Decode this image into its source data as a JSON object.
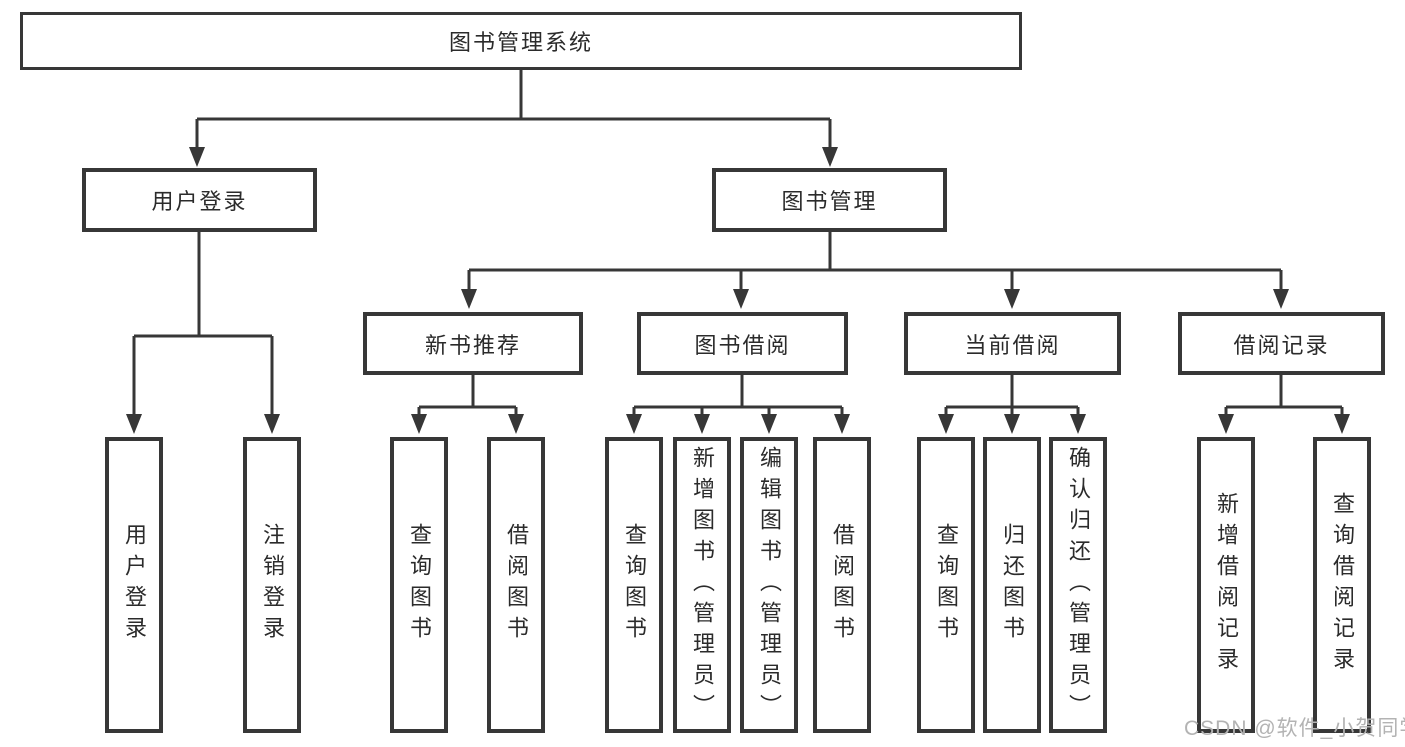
{
  "diagram_type": "hierarchy",
  "tree": {
    "label": "图书管理系统",
    "children": [
      {
        "label": "用户登录",
        "children": [
          {
            "label": "用户登录"
          },
          {
            "label": "注销登录"
          }
        ]
      },
      {
        "label": "图书管理",
        "children": [
          {
            "label": "新书推荐",
            "children": [
              {
                "label": "查询图书"
              },
              {
                "label": "借阅图书"
              }
            ]
          },
          {
            "label": "图书借阅",
            "children": [
              {
                "label": "查询图书"
              },
              {
                "label": "新增图书（管理员）"
              },
              {
                "label": "编辑图书（管理员）"
              },
              {
                "label": "借阅图书"
              }
            ]
          },
          {
            "label": "当前借阅",
            "children": [
              {
                "label": "查询图书"
              },
              {
                "label": "归还图书"
              },
              {
                "label": "确认归还（管理员）"
              }
            ]
          },
          {
            "label": "借阅记录",
            "children": [
              {
                "label": "新增借阅记录"
              },
              {
                "label": "查询借阅记录"
              }
            ]
          }
        ]
      }
    ]
  },
  "watermark": {
    "text": "CSDN @软件_小贺同学"
  },
  "colors": {
    "line": "#373737",
    "box_border": "#373737",
    "box_fill": "#ffffff",
    "text": "#2b2b2b",
    "watermark": "#b3b3b3",
    "background": "#ffffff"
  }
}
